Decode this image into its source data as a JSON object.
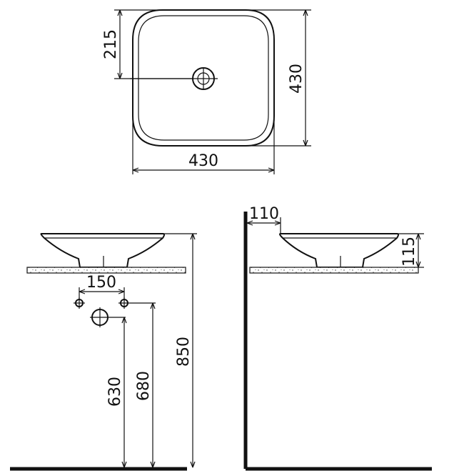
{
  "top_view": {
    "dim_depth_half": "215",
    "dim_depth": "430",
    "dim_width": "430"
  },
  "front_view": {
    "dim_tap_spacing": "150",
    "dim_tap_height_1": "630",
    "dim_tap_height_2": "680",
    "dim_rim_height": "850"
  },
  "side_view": {
    "dim_wall_offset": "110",
    "dim_basin_height": "115"
  }
}
